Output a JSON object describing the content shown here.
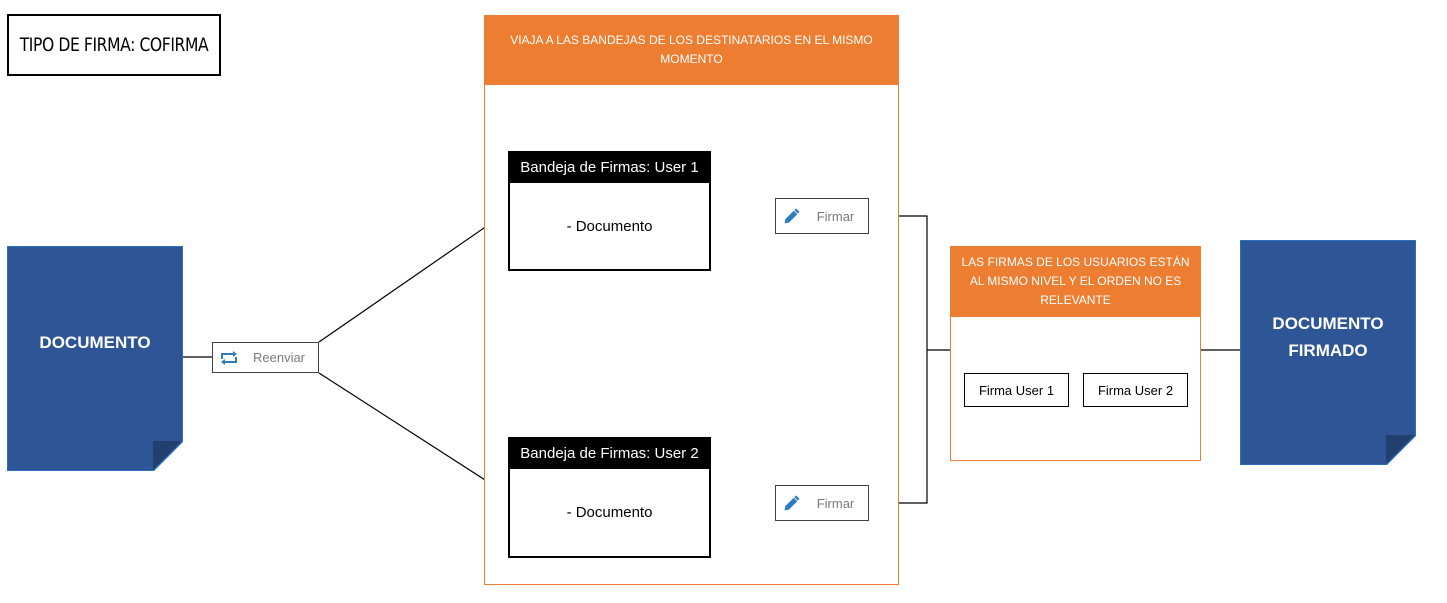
{
  "title": "TIPO DE FIRMA: COFIRMA",
  "document_left": {
    "label": "DOCUMENTO"
  },
  "document_right": {
    "line1": "DOCUMENTO",
    "line2": "FIRMADO"
  },
  "forward_action": {
    "label": "Reenviar",
    "icon": "repeat-icon"
  },
  "central_panel": {
    "header": "VIAJA A LAS BANDEJAS DE LOS DESTINATARIOS EN EL MISMO MOMENTO"
  },
  "trays": [
    {
      "title": "Bandeja de Firmas: User 1",
      "item": "- Documento"
    },
    {
      "title": "Bandeja de Firmas: User 2",
      "item": "- Documento"
    }
  ],
  "sign_actions": [
    {
      "label": "Firmar",
      "icon": "pencil-icon"
    },
    {
      "label": "Firmar",
      "icon": "pencil-icon"
    }
  ],
  "result_panel": {
    "header": "LAS FIRMAS DE LOS USUARIOS ESTÁN AL MISMO NIVEL Y EL ORDEN NO ES RELEVANTE",
    "signatures": [
      "Firma User 1",
      "Firma User 2"
    ]
  },
  "colors": {
    "accent": "#ed7d31",
    "document": "#2e5596",
    "icon_blue": "#2f7bbd"
  }
}
